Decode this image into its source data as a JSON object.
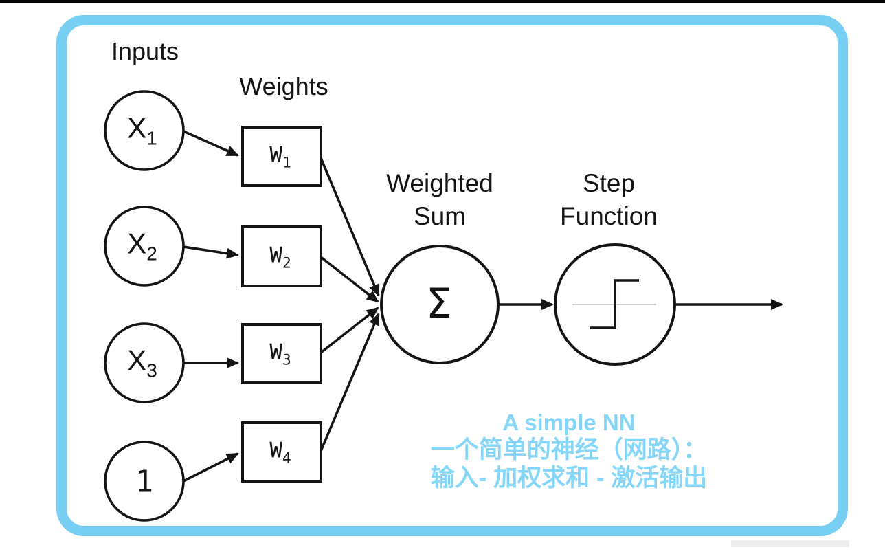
{
  "colors": {
    "accent_blue": "#77cff3",
    "caption_blue": "#85d6f8",
    "ink": "#141414",
    "axis_gray": "#cccccc",
    "watermark_gray": "#ededed"
  },
  "diagram": {
    "inputs_title": "Inputs",
    "weights_title": "Weights",
    "sum_title_lines": [
      "Weighted",
      "Sum"
    ],
    "step_title_lines": [
      "Step",
      "Function"
    ],
    "input_nodes": [
      {
        "base": "X",
        "sub": "1"
      },
      {
        "base": "X",
        "sub": "2"
      },
      {
        "base": "X",
        "sub": "3"
      },
      {
        "base": "1",
        "sub": ""
      }
    ],
    "weight_nodes": [
      {
        "base": "W",
        "sub": "1"
      },
      {
        "base": "W",
        "sub": "2"
      },
      {
        "base": "W",
        "sub": "3"
      },
      {
        "base": "W",
        "sub": "4"
      }
    ],
    "sum_symbol": "Σ"
  },
  "caption": {
    "lines": [
      "A simple NN",
      "一个简单的神经（网路）：",
      "输入- 加权求和 - 激活输出"
    ]
  }
}
